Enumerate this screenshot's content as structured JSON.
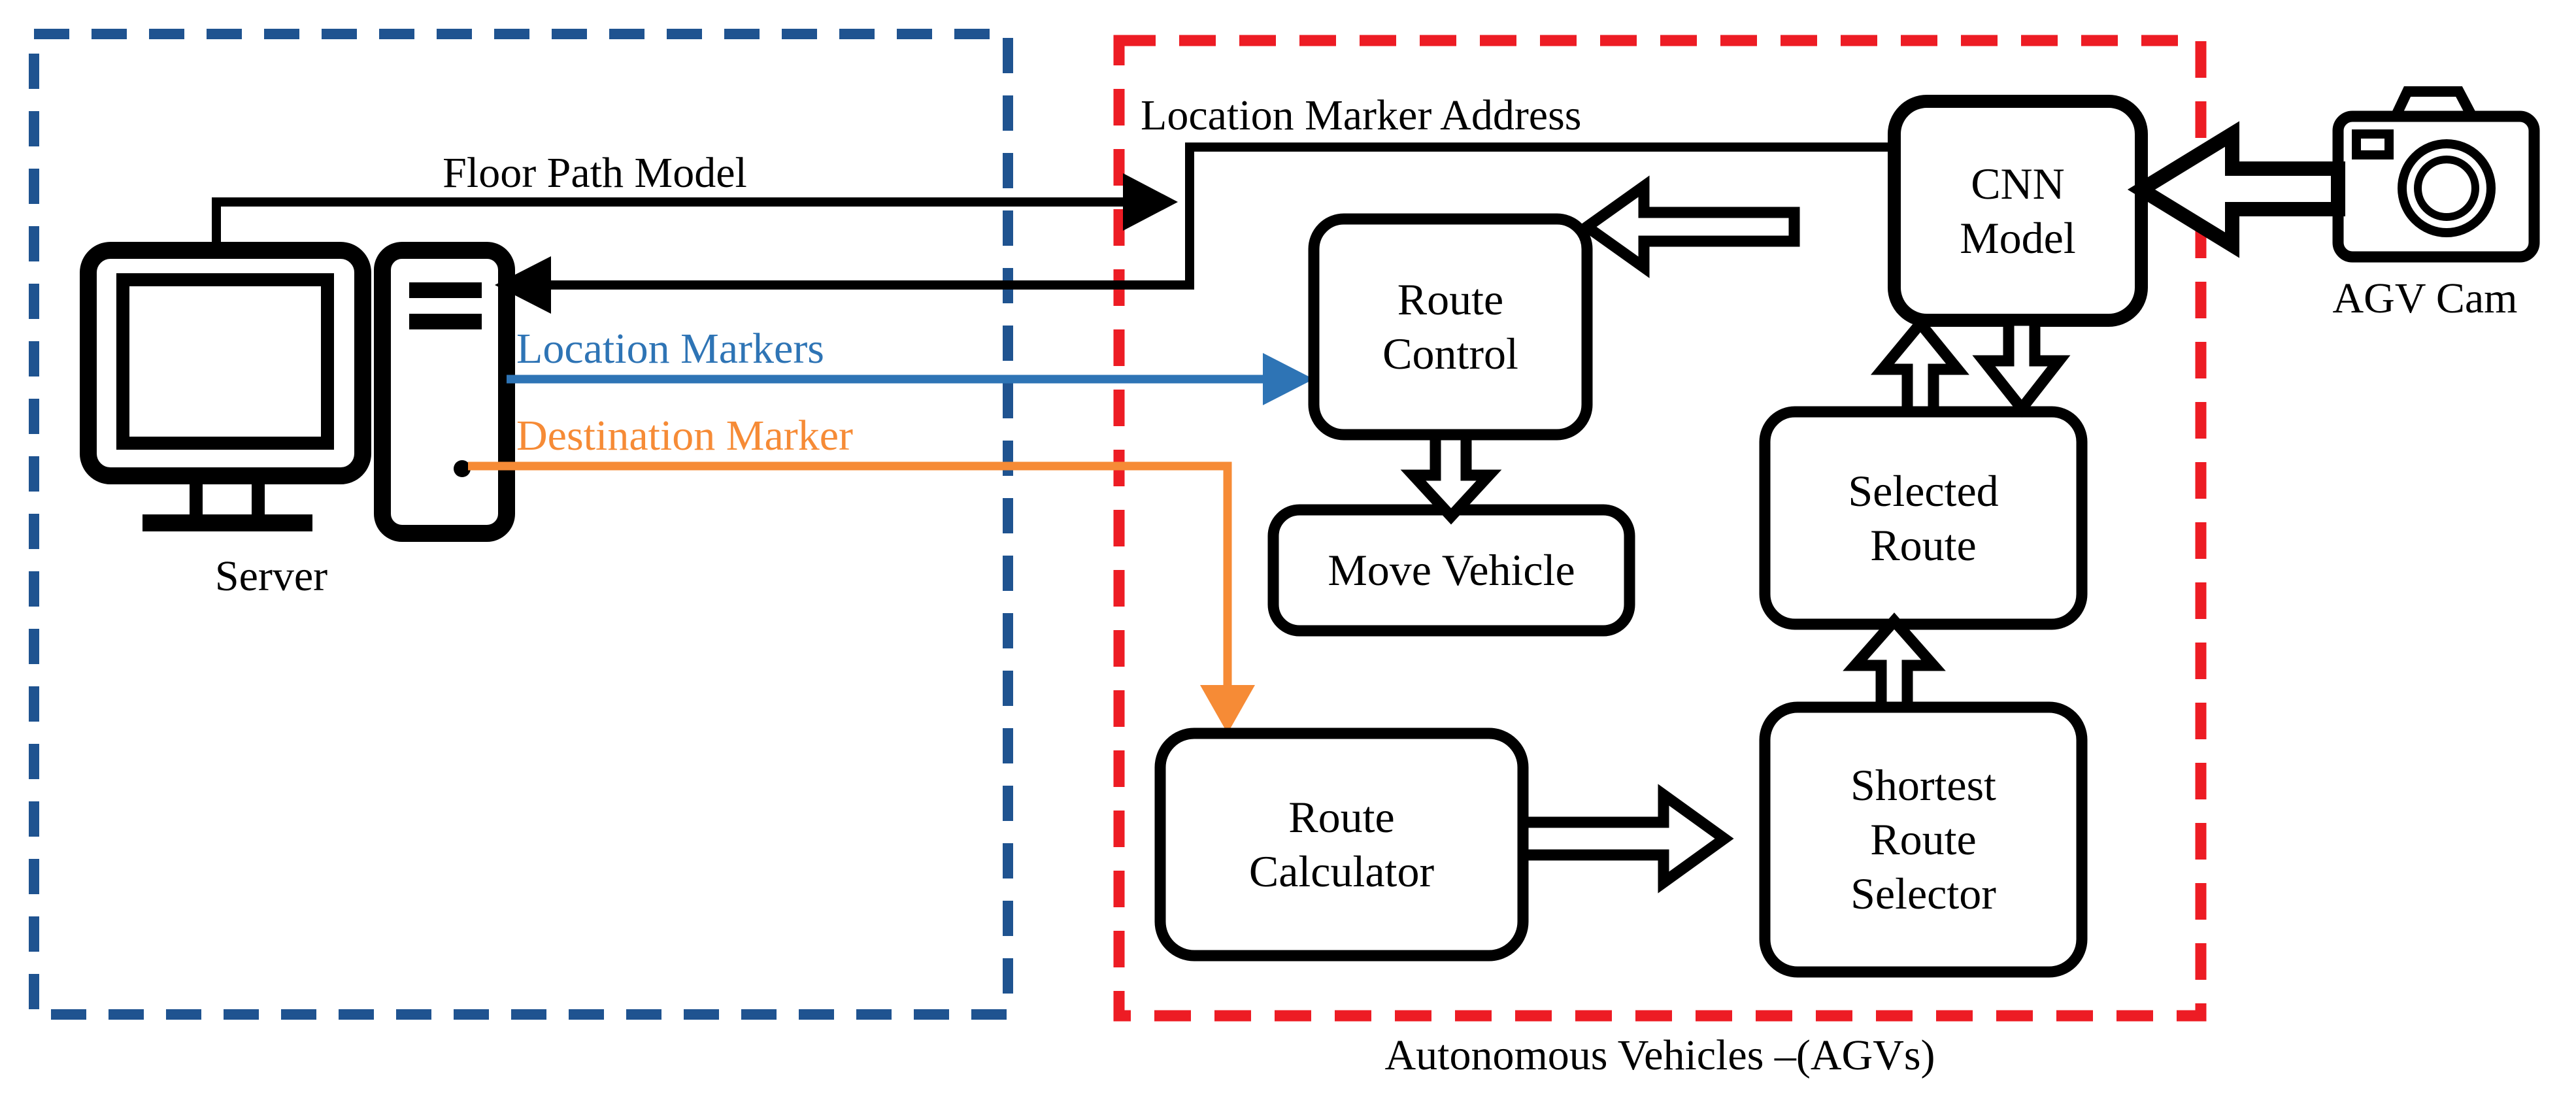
{
  "diagram": {
    "title": "AGV CNN-based navigation architecture",
    "colors": {
      "server_zone_border": "#1F5390",
      "agv_zone_border": "#ED1C24",
      "location_markers": "#2E74B5",
      "destination_marker": "#F68B36",
      "stroke": "#000000",
      "background": "#FFFFFF"
    },
    "zones": [
      {
        "id": "server-zone",
        "label": "",
        "border_color": "#1F5390",
        "style": "dashed"
      },
      {
        "id": "agv-zone",
        "label": "Autonomous Vehicles –(AGVs)",
        "border_color": "#ED1C24",
        "style": "dashed"
      }
    ],
    "zone_captions": {
      "agv": "Autonomous Vehicles –(AGVs)"
    },
    "icons": [
      {
        "id": "server",
        "name": "server-computer-icon",
        "caption": "Server"
      },
      {
        "id": "agv-cam",
        "name": "camera-icon",
        "caption": "AGV Cam"
      }
    ],
    "nodes": [
      {
        "id": "route-control",
        "label": "Route\nControl",
        "line1": "Route",
        "line2": "Control",
        "line3": ""
      },
      {
        "id": "move-vehicle",
        "label": "Move Vehicle",
        "line1": "Move Vehicle",
        "line2": "",
        "line3": ""
      },
      {
        "id": "route-calculator",
        "label": "Route\nCalculator",
        "line1": "Route",
        "line2": "Calculator",
        "line3": ""
      },
      {
        "id": "cnn-model",
        "label": "CNN\nModel",
        "line1": "CNN",
        "line2": "Model",
        "line3": ""
      },
      {
        "id": "selected-route",
        "label": "Selected\nRoute",
        "line1": "Selected",
        "line2": "Route",
        "line3": ""
      },
      {
        "id": "shortest-route-selector",
        "label": "Shortest\nRoute\nSelector",
        "line1": "Shortest",
        "line2": "Route",
        "line3": "Selector"
      }
    ],
    "edges": [
      {
        "id": "floor-path-model",
        "label": "Floor Path Model",
        "color": "#000000",
        "from": "server",
        "to": "agv-zone",
        "arrow": "line"
      },
      {
        "id": "location-marker-address",
        "label": "Location Marker Address",
        "color": "#000000",
        "from": "cnn-model",
        "to": "server",
        "arrow": "line"
      },
      {
        "id": "location-markers",
        "label": "Location Markers",
        "color": "#2E74B5",
        "from": "server",
        "to": "route-control",
        "arrow": "line"
      },
      {
        "id": "destination-marker",
        "label": "Destination Marker",
        "color": "#F68B36",
        "from": "server",
        "to": "route-calculator",
        "arrow": "line"
      },
      {
        "id": "cnn-to-route-control",
        "label": "",
        "color": "#000000",
        "from": "cnn-model",
        "to": "route-control",
        "arrow": "block"
      },
      {
        "id": "route-control-to-move",
        "label": "",
        "color": "#000000",
        "from": "route-control",
        "to": "move-vehicle",
        "arrow": "block"
      },
      {
        "id": "calc-to-selector",
        "label": "",
        "color": "#000000",
        "from": "route-calculator",
        "to": "shortest-route-selector",
        "arrow": "block"
      },
      {
        "id": "selector-to-selected",
        "label": "",
        "color": "#000000",
        "from": "shortest-route-selector",
        "to": "selected-route",
        "arrow": "block"
      },
      {
        "id": "selected-to-cnn",
        "label": "",
        "color": "#000000",
        "from": "selected-route",
        "to": "cnn-model",
        "arrow": "block"
      },
      {
        "id": "cnn-to-selected",
        "label": "",
        "color": "#000000",
        "from": "cnn-model",
        "to": "selected-route",
        "arrow": "block"
      },
      {
        "id": "cam-to-cnn",
        "label": "",
        "color": "#000000",
        "from": "agv-cam",
        "to": "cnn-model",
        "arrow": "block"
      }
    ],
    "labels": {
      "floor_path_model": "Floor Path Model",
      "location_marker_address": "Location Marker Address",
      "location_markers": "Location Markers",
      "destination_marker": "Destination Marker",
      "server": "Server",
      "agv_cam": "AGV Cam",
      "agv_zone_caption": "Autonomous Vehicles –(AGVs)",
      "route_control_l1": "Route",
      "route_control_l2": "Control",
      "move_vehicle": "Move Vehicle",
      "route_calculator_l1": "Route",
      "route_calculator_l2": "Calculator",
      "cnn_model_l1": "CNN",
      "cnn_model_l2": "Model",
      "selected_route_l1": "Selected",
      "selected_route_l2": "Route",
      "shortest_l1": "Shortest",
      "shortest_l2": "Route",
      "shortest_l3": "Selector"
    }
  }
}
